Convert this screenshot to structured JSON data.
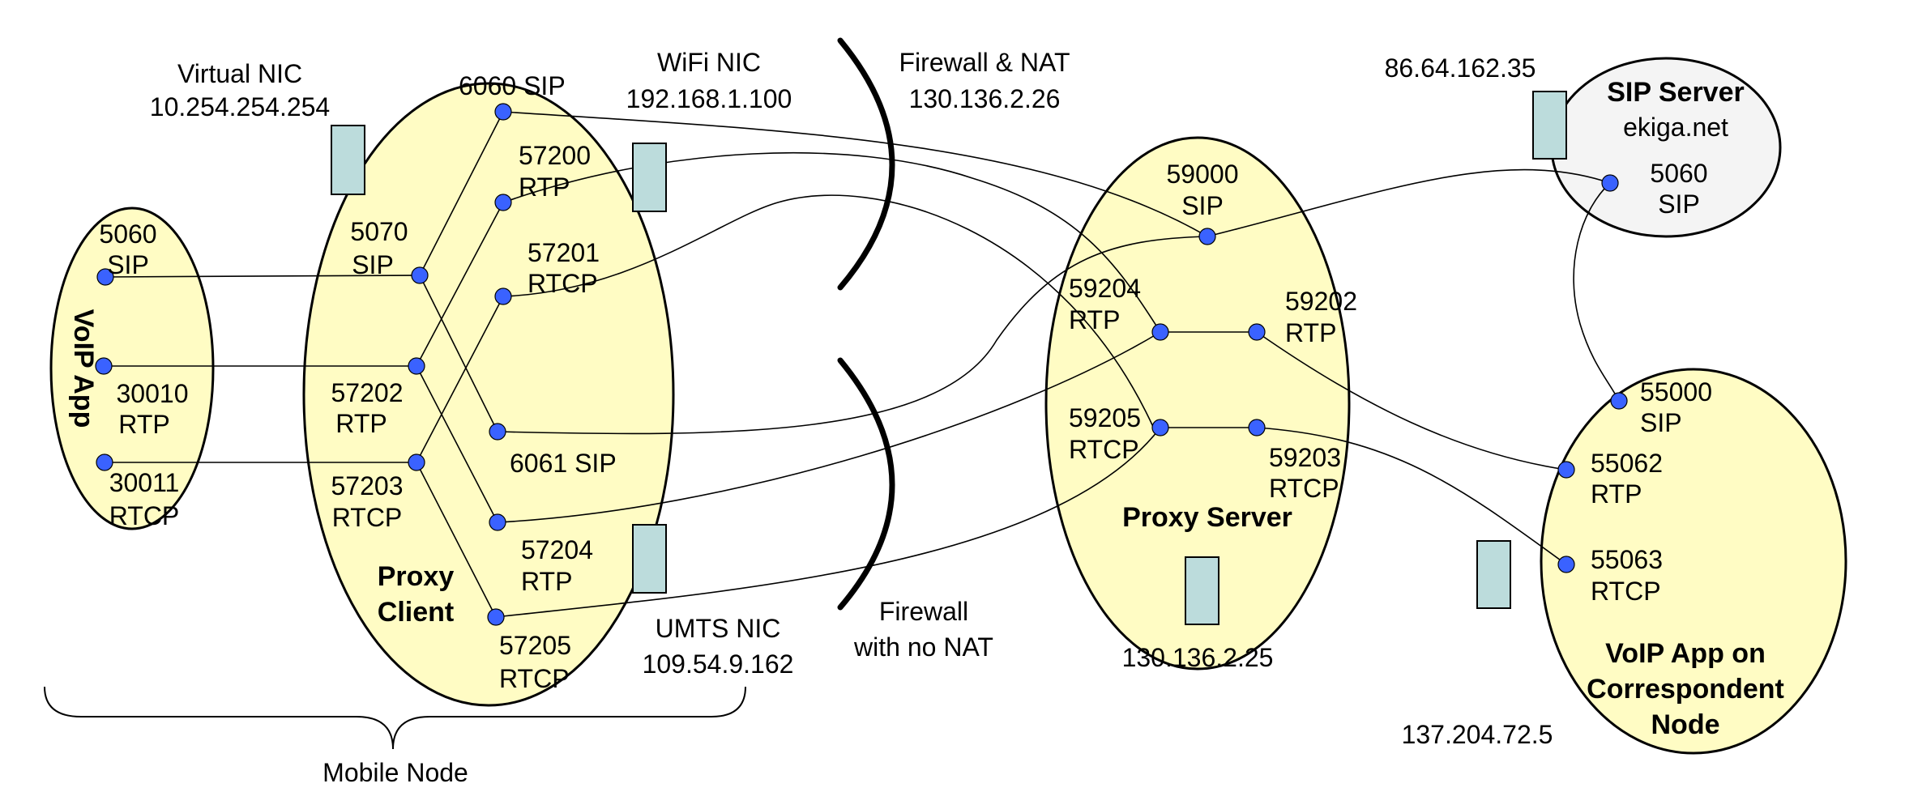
{
  "colors": {
    "node_fill": "#fffcc4",
    "server_fill": "#f4f4f4",
    "nic_fill": "#bcdcdc",
    "port_fill": "#3a62ff"
  },
  "nodes": {
    "voip_app": "VoIP App",
    "proxy_client": [
      "Proxy",
      "Client"
    ],
    "proxy_server": "Proxy Server",
    "sip_server": [
      "SIP Server",
      "ekiga.net"
    ],
    "correspondent": [
      "VoIP App on",
      "Correspondent",
      "Node"
    ],
    "mobile_node": "Mobile Node"
  },
  "nics": {
    "virtual": [
      "Virtual NIC",
      "10.254.254.254"
    ],
    "wifi": [
      "WiFi NIC",
      "192.168.1.100"
    ],
    "umts": [
      "UMTS NIC",
      "109.54.9.162"
    ],
    "proxy_server_ip": "130.136.2.25",
    "sip_server_ip": "86.64.162.35",
    "correspondent_ip": "137.204.72.5"
  },
  "firewalls": {
    "nat": [
      "Firewall & NAT",
      "130.136.2.26"
    ],
    "no_nat": [
      "Firewall",
      "with no NAT"
    ]
  },
  "ports": {
    "app_sip": [
      "5060",
      "SIP"
    ],
    "app_rtp": [
      "30010",
      "RTP"
    ],
    "app_rtcp": [
      "30011",
      "RTCP"
    ],
    "pc_sip": [
      "5070",
      "SIP"
    ],
    "pc_rtp": [
      "57202",
      "RTP"
    ],
    "pc_rtcp": [
      "57203",
      "RTCP"
    ],
    "pc_6060": "6060 SIP",
    "pc_57200": [
      "57200",
      "RTP"
    ],
    "pc_57201": [
      "57201",
      "RTCP"
    ],
    "pc_6061": "6061 SIP",
    "pc_57204": [
      "57204",
      "RTP"
    ],
    "pc_57205": [
      "57205",
      "RTCP"
    ],
    "ps_59000": [
      "59000",
      "SIP"
    ],
    "ps_59204": [
      "59204",
      "RTP"
    ],
    "ps_59202": [
      "59202",
      "RTP"
    ],
    "ps_59205": [
      "59205",
      "RTCP"
    ],
    "ps_59203": [
      "59203",
      "RTCP"
    ],
    "sip_5060": [
      "5060",
      "SIP"
    ],
    "cn_55000": [
      "55000",
      "SIP"
    ],
    "cn_55062": [
      "55062",
      "RTP"
    ],
    "cn_55063": [
      "55063",
      "RTCP"
    ]
  }
}
